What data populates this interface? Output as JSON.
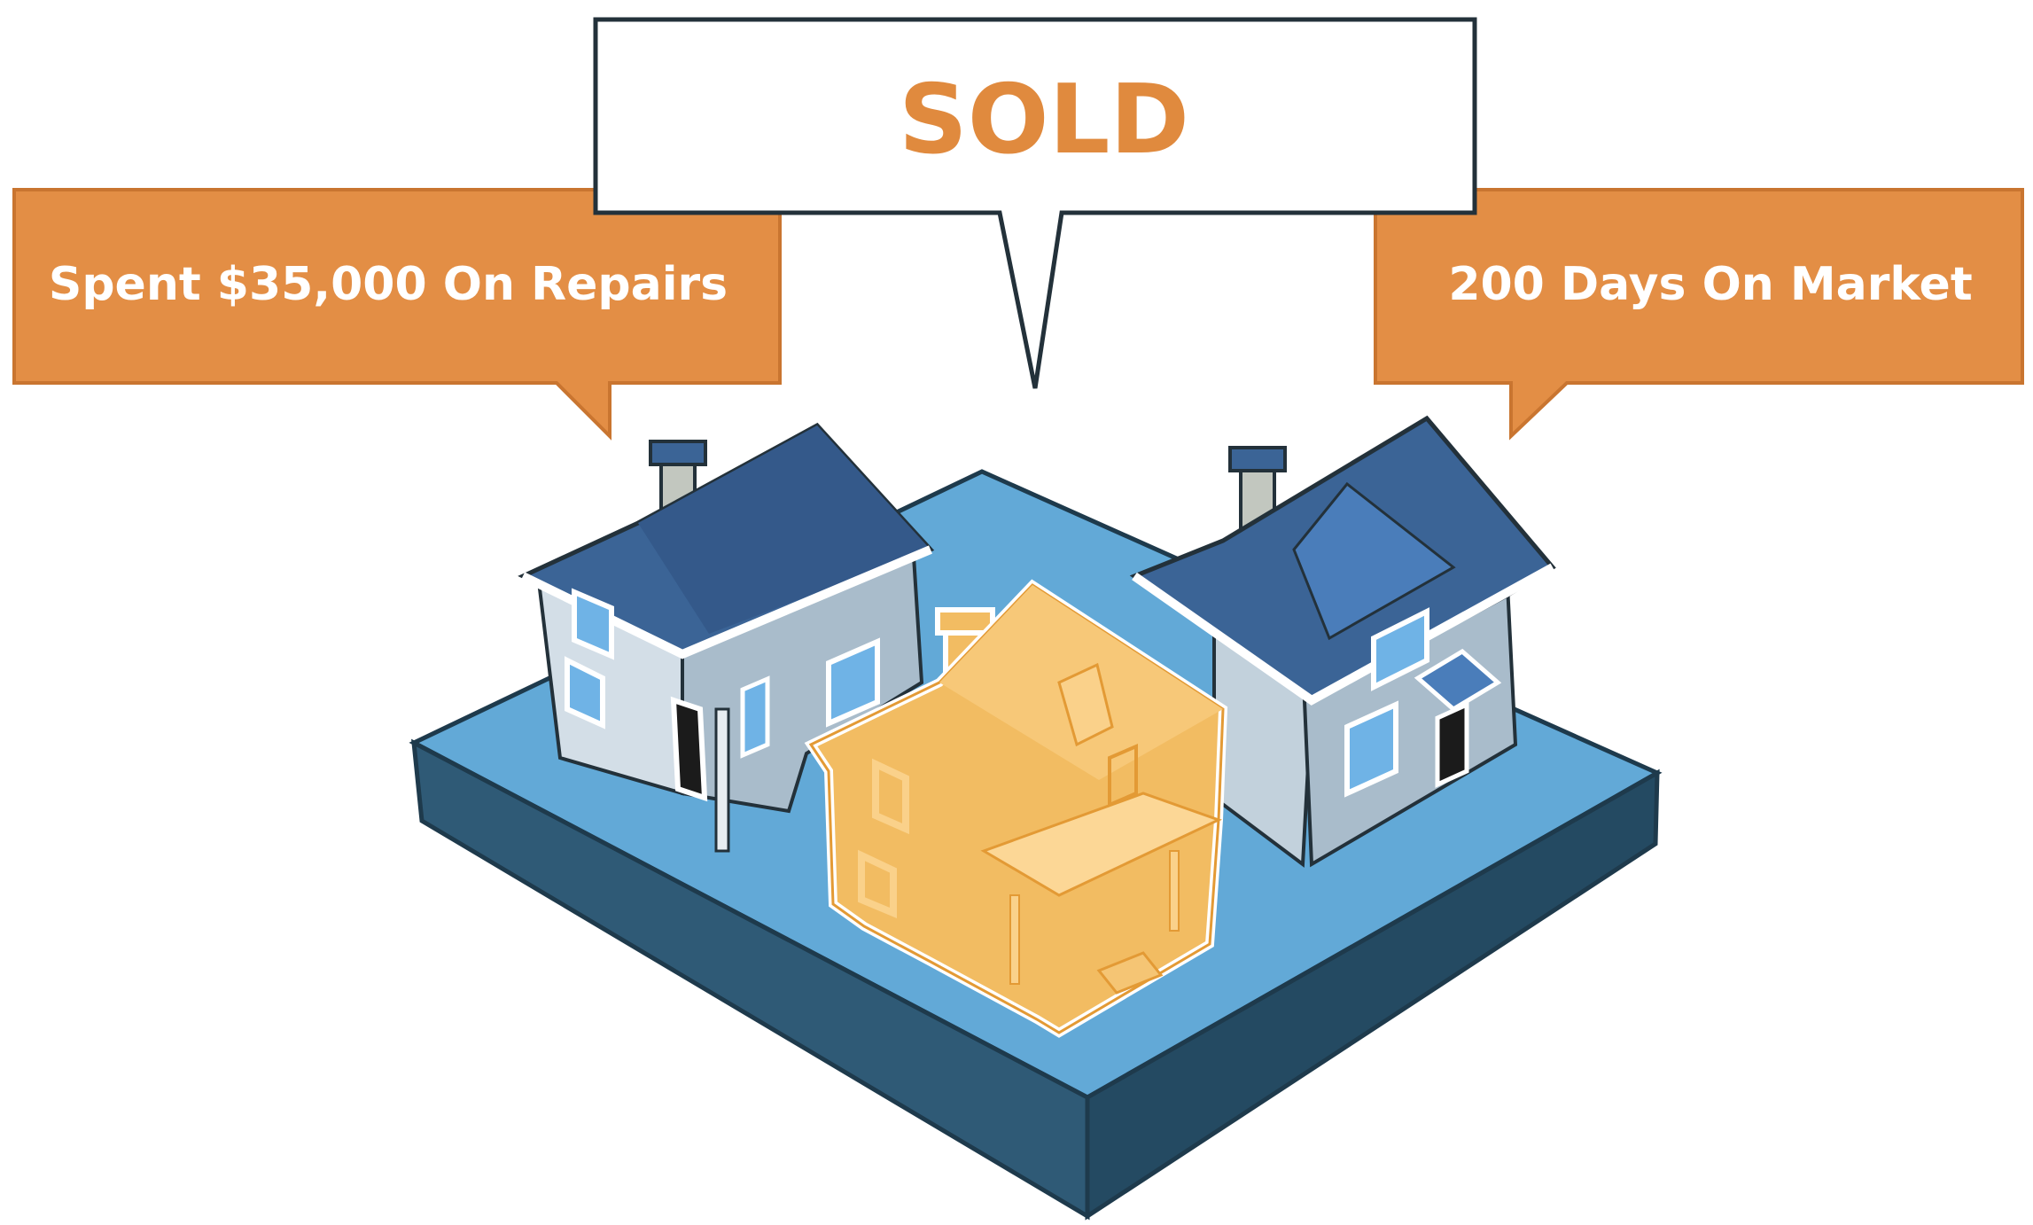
{
  "callouts": {
    "left": {
      "text": "Spent $35,000 On Repairs"
    },
    "center": {
      "text": "SOLD"
    },
    "right": {
      "text": "200 Days On Market"
    }
  },
  "colors": {
    "accent_orange": "#E38E45",
    "sold_text": "#E08A3E",
    "platform_top": "#62A9D7",
    "platform_side": "#2F5A76",
    "roof_blue": "#3B6496",
    "wall_gray": "#C2D1DC",
    "sold_house": "#F2BC62",
    "outline": "#23313A"
  },
  "icons": {
    "house_left": "house-icon",
    "house_right": "house-icon",
    "house_center": "sold-house-icon"
  }
}
